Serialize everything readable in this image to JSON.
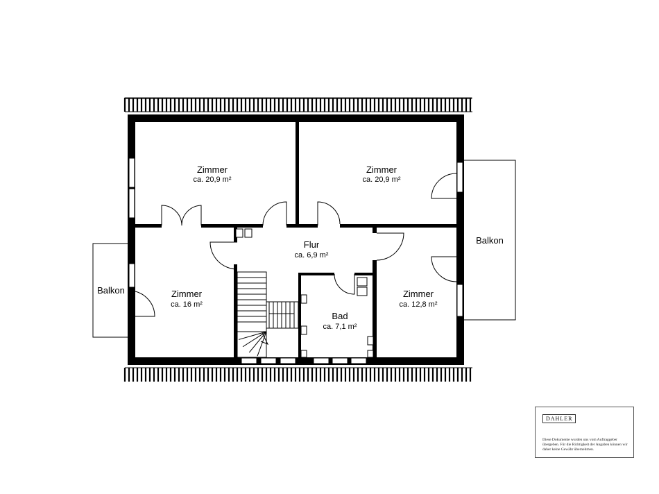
{
  "rooms": {
    "zimmer_top_left": {
      "name": "Zimmer",
      "area": "ca. 20,9 m²"
    },
    "zimmer_top_right": {
      "name": "Zimmer",
      "area": "ca. 20,9 m²"
    },
    "flur": {
      "name": "Flur",
      "area": "ca. 6,9 m²"
    },
    "zimmer_left": {
      "name": "Zimmer",
      "area": "ca. 16 m²"
    },
    "bad": {
      "name": "Bad",
      "area": "ca. 7,1 m²"
    },
    "zimmer_right": {
      "name": "Zimmer",
      "area": "ca. 12,8 m²"
    },
    "balkon_left": {
      "name": "Balkon"
    },
    "balkon_right": {
      "name": "Balkon"
    }
  },
  "stamp": {
    "brand": "DAHLER",
    "disclaimer": "Diese Dokumente wurden uns vom Auftraggeber übergeben. Für die Richtigkeit der Angaben können wir daher keine Gewähr übernehmen."
  }
}
